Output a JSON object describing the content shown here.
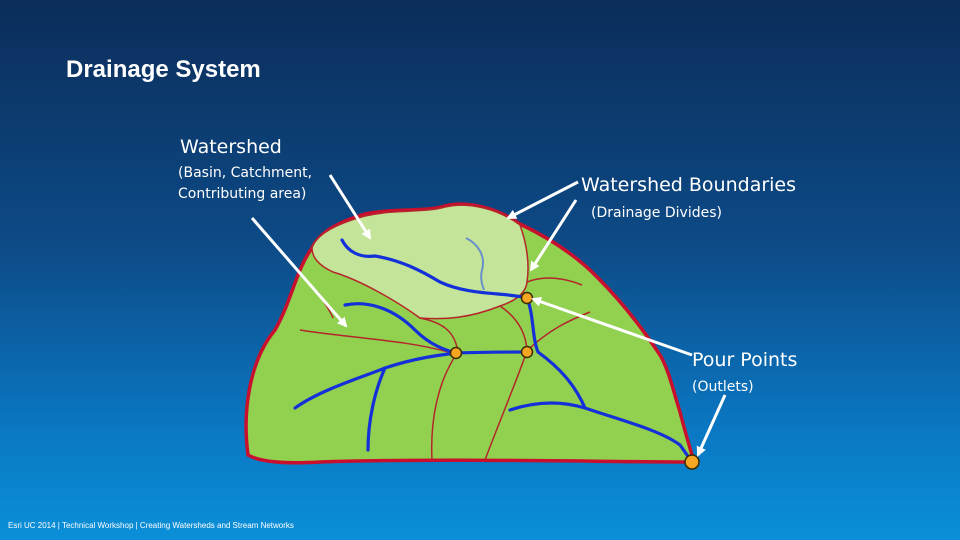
{
  "title": "Drainage System",
  "labels": {
    "watershed": "Watershed",
    "watershed_sub_line1": "(Basin, Catchment,",
    "watershed_sub_line2": "Contributing area)",
    "boundaries": "Watershed Boundaries",
    "boundaries_sub": "(Drainage Divides)",
    "pour_points": "Pour Points",
    "pour_points_sub": "(Outlets)"
  },
  "footer": "Esri UC 2014 | Technical Workshop | Creating Watersheds and Stream Networks",
  "colors": {
    "boundary": "#c8102e",
    "subbasin_line": "#b3262a",
    "basin_fill": "#92d050",
    "highlight_basin_fill": "#c4e49a",
    "stream": "#1430d8",
    "minor_stream": "#6b8fc9",
    "pour_point": "#f5a623",
    "arrow": "#ffffff"
  }
}
